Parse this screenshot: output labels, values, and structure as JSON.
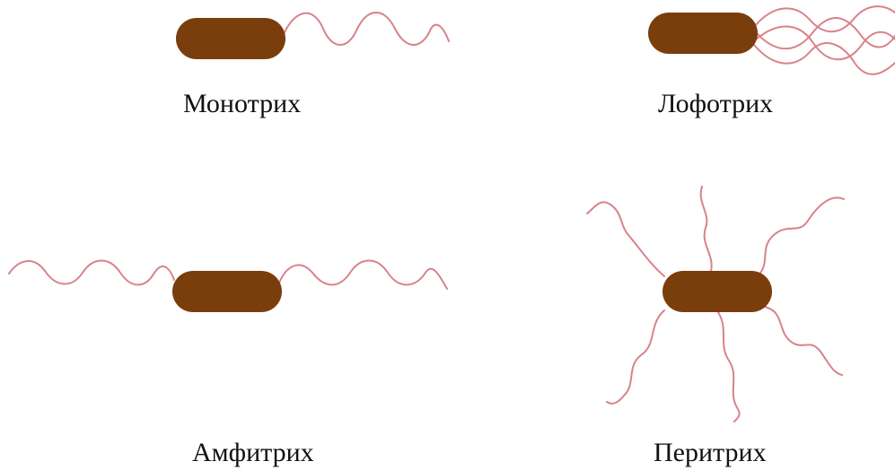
{
  "labels": {
    "monotrich": "Монотрих",
    "lophotrich": "Лофотрих",
    "amphitrich": "Амфитрих",
    "peritrich": "Перитрих"
  },
  "colors": {
    "cell_body": "#7a3d0c",
    "flagellum": "#d9828a"
  }
}
